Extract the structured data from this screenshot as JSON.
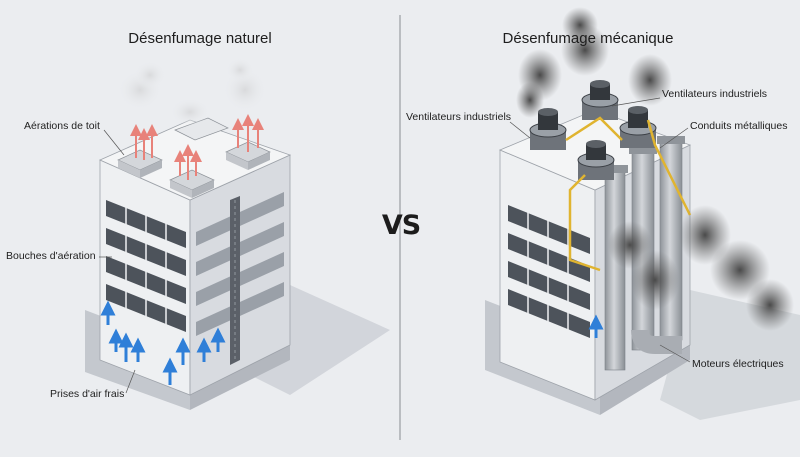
{
  "left_panel": {
    "title": "Désenfumage naturel",
    "labels": {
      "roof_vents": "Aérations de toit",
      "vent_outlets": "Bouches d'aération",
      "fresh_air_intakes": "Prises d'air frais"
    }
  },
  "separator": {
    "label": "VS"
  },
  "right_panel": {
    "title": "Désenfumage mécanique",
    "labels": {
      "fans_left": "Ventilateurs industriels",
      "fans_right": "Ventilateurs industriels",
      "ducts": "Conduits métalliques",
      "motors": "Moteurs électriques"
    }
  },
  "colors": {
    "background": "#ebedf0",
    "wall_light": "#f2f3f5",
    "wall_shade": "#c9cdd3",
    "window": "#4a5058",
    "fresh_air_arrow": "#2f7fd8",
    "hot_air_arrow": "#e8827a",
    "duct": "#a9adb3",
    "cable": "#e0b430",
    "smoke_dark": "#555555"
  },
  "icons": [
    "up-arrow-blue-icon",
    "up-arrow-red-icon",
    "fan-icon",
    "smoke-icon"
  ]
}
